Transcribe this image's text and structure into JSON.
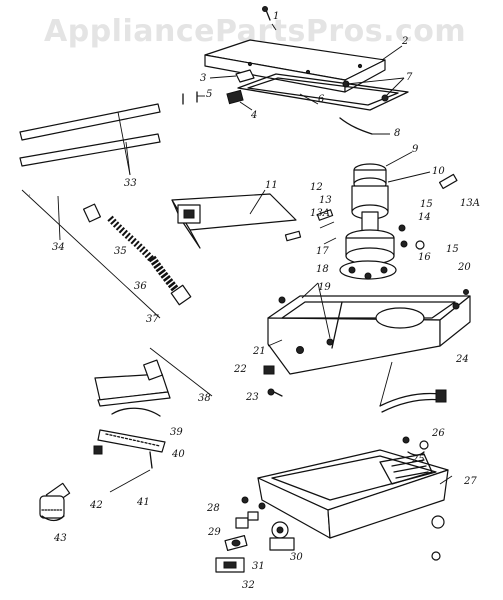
{
  "watermark": "AppliancePartsPros.com",
  "part_labels": [
    "1",
    "2",
    "3",
    "4",
    "5",
    "6",
    "7",
    "8",
    "9",
    "10",
    "11",
    "12",
    "13",
    "13A",
    "13A",
    "14",
    "15",
    "15",
    "16",
    "17",
    "18",
    "19",
    "20",
    "21",
    "22",
    "23",
    "24",
    "25",
    "26",
    "27",
    "28",
    "29",
    "30",
    "31",
    "32",
    "33",
    "34",
    "35",
    "36",
    "37",
    "38",
    "39",
    "40",
    "41",
    "42",
    "43"
  ]
}
